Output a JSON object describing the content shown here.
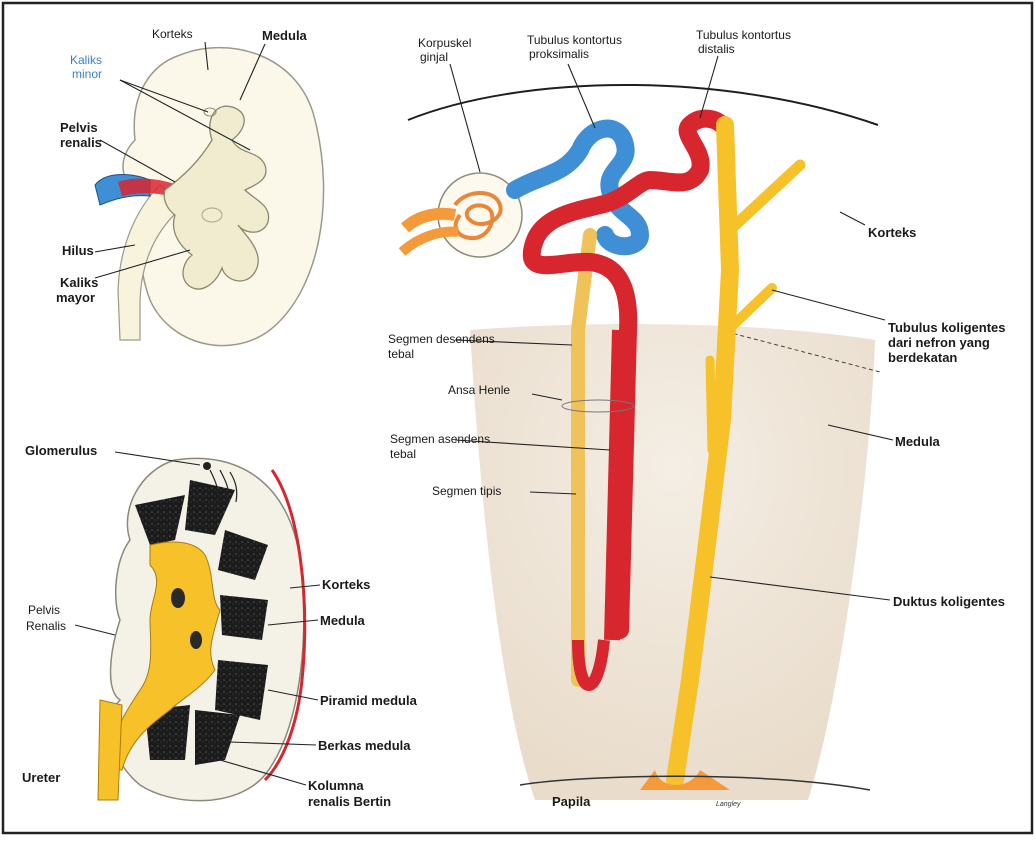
{
  "kidney_top": {
    "korteks": "Korteks",
    "medula": "Medula",
    "kaliks_minor_1": "Kaliks",
    "kaliks_minor_2": "minor",
    "pelvis_1": "Pelvis",
    "pelvis_2": "renalis",
    "hilus": "Hilus",
    "kaliks_mayor_1": "Kaliks",
    "kaliks_mayor_2": "mayor"
  },
  "kidney_bottom": {
    "glomerulus": "Glomerulus",
    "pelvis_1": "Pelvis",
    "pelvis_2": "Renalis",
    "korteks": "Korteks",
    "medula": "Medula",
    "piramid": "Piramid medula",
    "berkas": "Berkas medula",
    "kolumna_1": "Kolumna",
    "kolumna_2": "renalis Bertin",
    "ureter": "Ureter"
  },
  "nephron": {
    "korpuskel_1": "Korpuskel",
    "korpuskel_2": "ginjal",
    "proksimal_1": "Tubulus kontortus",
    "proksimal_2": "proksimalis",
    "distal_1": "Tubulus kontortus",
    "distal_2": "distalis",
    "korteks": "Korteks",
    "koligentes_1": "Tubulus koligentes",
    "koligentes_2": "dari nefron yang",
    "koligentes_3": "berdekatan",
    "desendens_1": "Segmen desendens",
    "desendens_2": "tebal",
    "ansa": "Ansa Henle",
    "asendens_1": "Segmen asendens",
    "asendens_2": "tebal",
    "tipis": "Segmen tipis",
    "medula": "Medula",
    "duktus": "Duktus koligentes",
    "papila": "Papila",
    "signature": "Langley"
  },
  "colors": {
    "yellow": "#f7c12a",
    "red": "#d8262f",
    "blue": "#3f8fd6",
    "orange": "#f49a3a",
    "kidney_fill": "#fbf8ea",
    "medulla_tint": "#efe6d6",
    "dark_pyramid": "#1e1e1e"
  }
}
